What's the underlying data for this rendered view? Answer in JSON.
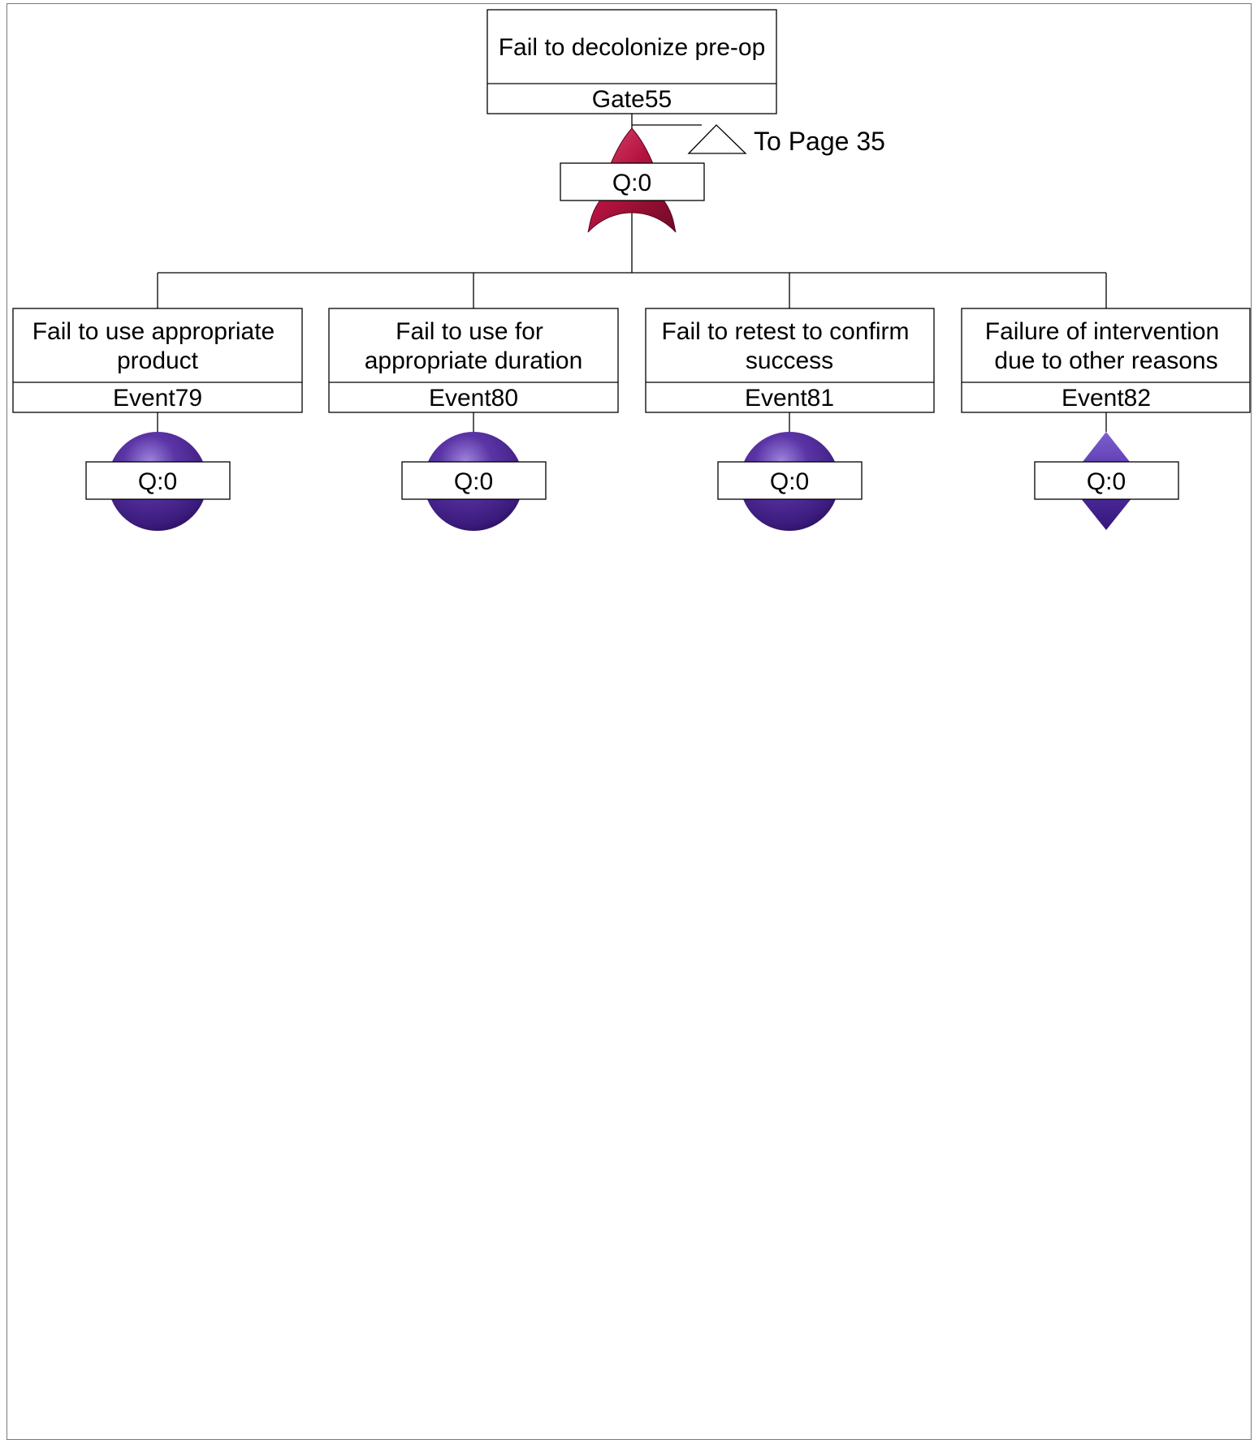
{
  "top_gate": {
    "description": "Fail to decolonize pre-op",
    "id": "Gate55",
    "q": "Q:0",
    "gate_type": "or-gate",
    "transfer": "To Page 35",
    "color": "#b3123f"
  },
  "events": [
    {
      "lines": [
        "Fail to use appropriate",
        "product"
      ],
      "id": "Event79",
      "q": "Q:0",
      "shape": "circle"
    },
    {
      "lines": [
        "Fail to use for",
        "appropriate duration"
      ],
      "id": "Event80",
      "q": "Q:0",
      "shape": "circle"
    },
    {
      "lines": [
        "Fail to retest to confirm",
        "success"
      ],
      "id": "Event81",
      "q": "Q:0",
      "shape": "circle"
    },
    {
      "lines": [
        "Failure  of intervention",
        "due to other reasons"
      ],
      "id": "Event82",
      "q": "Q:0",
      "shape": "diamond"
    }
  ],
  "colors": {
    "basic_event": "#4b2795",
    "basic_event_highlight": "#8b6fd0",
    "line": "#000000"
  }
}
